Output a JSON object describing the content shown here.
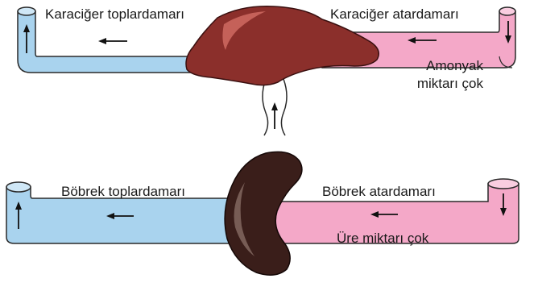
{
  "labels": {
    "liver_vein": "Karaciğer toplardamarı",
    "liver_artery": "Karaciğer atardamarı",
    "ammonia_line1": "Amonyak",
    "ammonia_line2": "miktarı çok",
    "kidney_vein": "Böbrek toplardamarı",
    "kidney_artery": "Böbrek atardamarı",
    "urea": "Üre miktarı çok"
  },
  "colors": {
    "vein": "#a9d3ee",
    "artery": "#f4a8c8",
    "outline": "#2a2a2a",
    "liver": "#8b2f2b",
    "liver_highlight": "#d8736a",
    "kidney": "#3a1e1a",
    "kidney_highlight": "#a98f86"
  }
}
